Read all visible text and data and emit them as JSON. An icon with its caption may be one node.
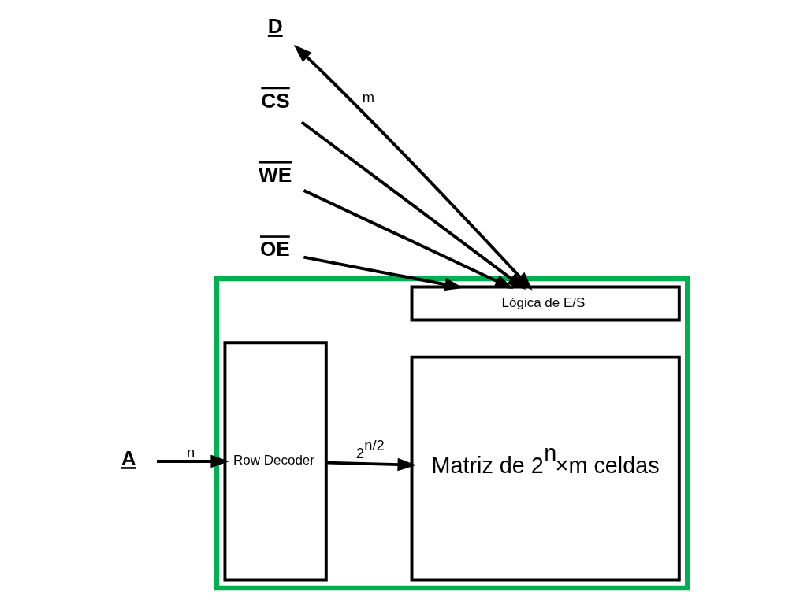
{
  "diagram": {
    "nodes": [
      {
        "text": [],
        "shape": "box"
      },
      {
        "text": [
          "A"
        ]
      },
      {
        "text": [
          "Row Decoder"
        ],
        "in": 0
      },
      {
        "text": [
          "Matriz de 2$^{n}$×m celdas"
        ],
        "in": 0
      },
      {
        "text": [
          "Lógica de E/S"
        ],
        "in": 0
      },
      {
        "text": [
          "D"
        ]
      },
      {
        "text": [
          "CS"
        ]
      },
      {
        "text": [
          "WE"
        ]
      },
      {
        "text": [
          "OE"
        ]
      }
    ],
    "edges": [
      {
        "from": 1,
        "to": 2,
        "arrow": "to",
        "label": "n"
      },
      {
        "from": 2,
        "to": 3,
        "arrow": "to",
        "label": "2$^{n/2}$"
      },
      {
        "from": 5,
        "to": 4,
        "arrow": "both",
        "label": "m"
      },
      {
        "from": 6,
        "to": 4,
        "arrow": "to"
      },
      {
        "from": 7,
        "to": 4,
        "arrow": "to"
      },
      {
        "from": 8,
        "to": 4,
        "arrow": "to"
      }
    ]
  }
}
